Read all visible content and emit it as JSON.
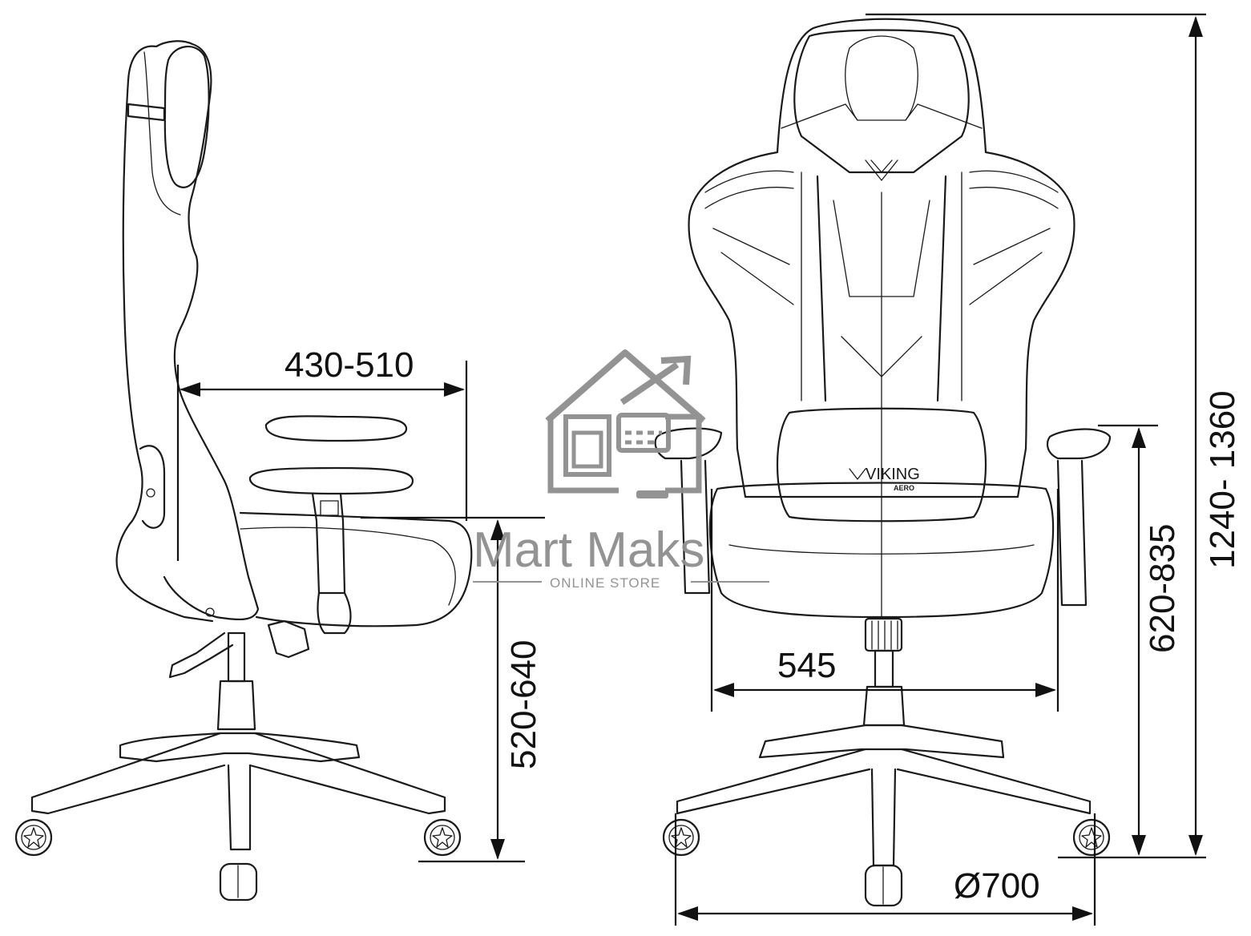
{
  "dimensions": {
    "seat_depth": "430-510",
    "seat_height": "520-640",
    "seat_width": "545",
    "armrest_height": "620-835",
    "total_height": "1240- 1360",
    "base_diameter": "Ø700"
  },
  "brand": {
    "name": "VIKING",
    "model": "AERO"
  },
  "watermark": {
    "title": "Mart Maks",
    "subtitle": "ONLINE STORE"
  },
  "colors": {
    "line": "#1a1a1a",
    "watermark": "#8e8e8e",
    "background": "#ffffff"
  }
}
